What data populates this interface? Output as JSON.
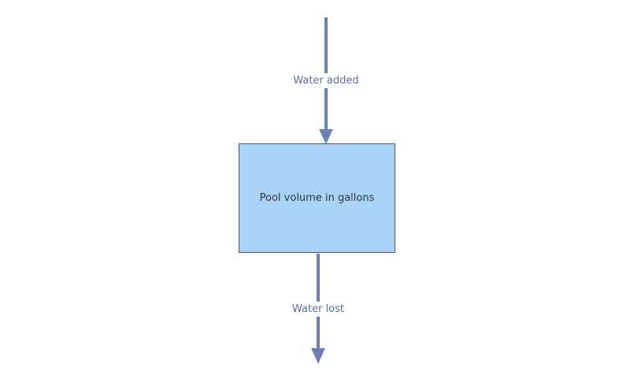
{
  "inflow": {
    "label": "Water added"
  },
  "stock": {
    "label": "Pool volume in gallons",
    "fill_color": "#a9d3f6",
    "border_color": "#555555"
  },
  "outflow": {
    "label": "Water lost"
  },
  "colors": {
    "arrow": "#6b80b5",
    "label_text": "#5a6e9c"
  }
}
